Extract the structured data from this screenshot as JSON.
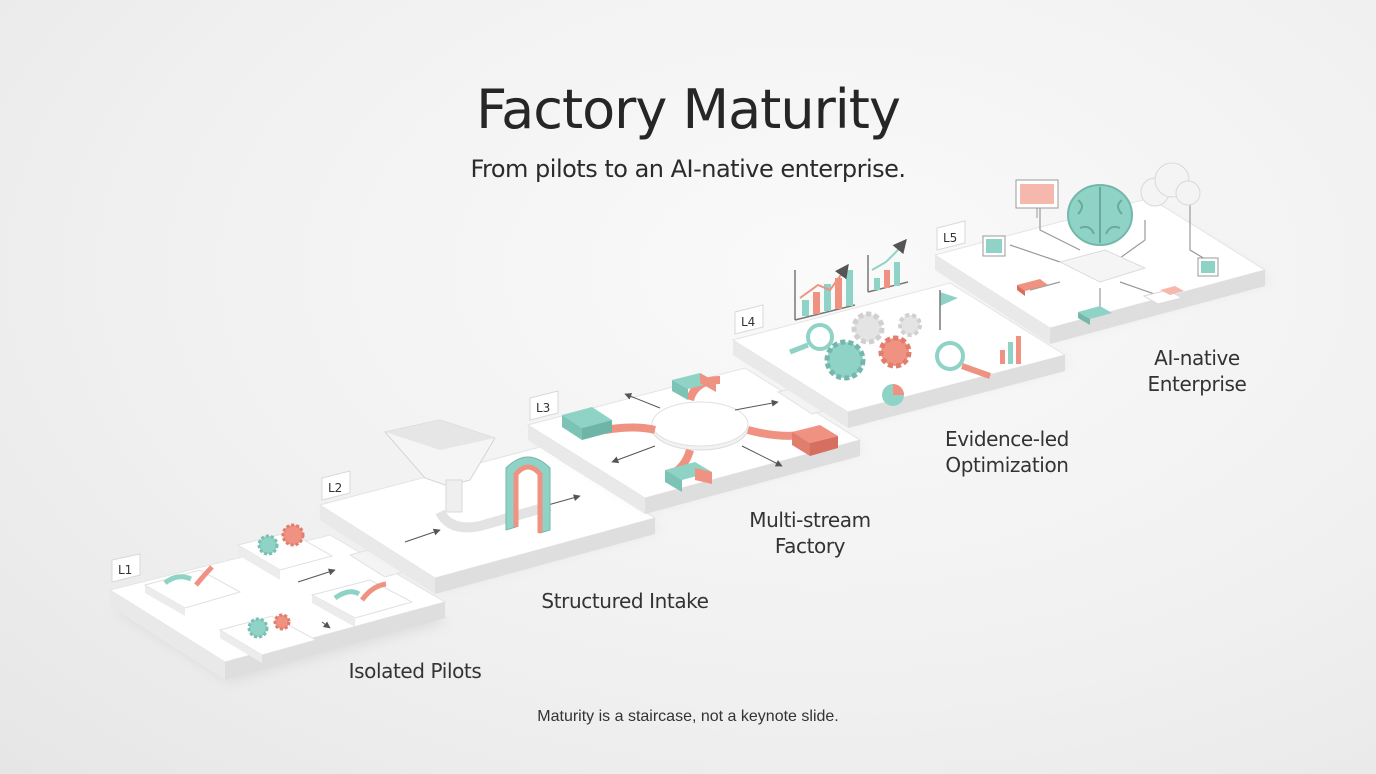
{
  "title": "Factory Maturity",
  "subtitle": "From pilots to an AI-native enterprise.",
  "caption": "Maturity is a staircase, not a keynote slide.",
  "colors": {
    "teal": "#8fd3c7",
    "coral": "#ef9282",
    "platform": "#ffffff",
    "shadow": "#d9d9d9"
  },
  "stages": [
    {
      "level": "L1",
      "label_lines": [
        "Isolated Pilots"
      ]
    },
    {
      "level": "L2",
      "label_lines": [
        "Structured Intake"
      ]
    },
    {
      "level": "L3",
      "label_lines": [
        "Multi-stream",
        "Factory"
      ]
    },
    {
      "level": "L4",
      "label_lines": [
        "Evidence-led",
        "Optimization"
      ]
    },
    {
      "level": "L5",
      "label_lines": [
        "AI-native",
        "Enterprise"
      ]
    }
  ]
}
